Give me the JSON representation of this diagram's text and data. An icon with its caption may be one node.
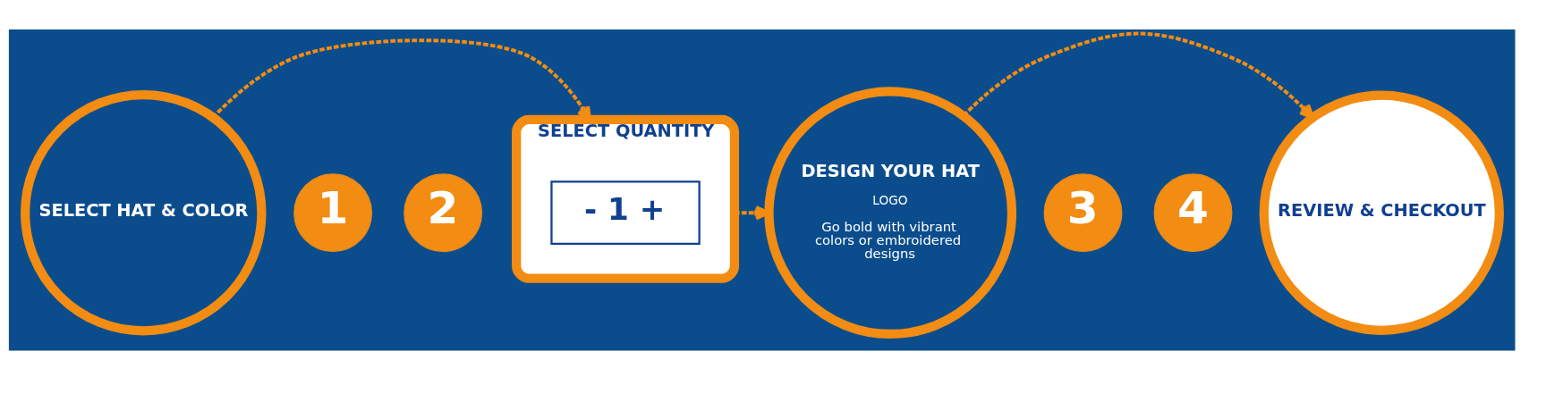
{
  "diagram": {
    "nodes": [
      {
        "text": [
          "SELECT HAT & COLOR"
        ]
      },
      {
        "text": [
          "1"
        ]
      },
      {
        "text": [
          "SELECT QUANTITY"
        ]
      },
      {
        "text": [
          "2"
        ]
      },
      {
        "text": [
          "- 1 +"
        ],
        "in": 2
      },
      {
        "text": [
          "DESIGN YOUR HAT",
          "LOGO",
          "Go bold with vibrant colors or embroidered designs"
        ]
      },
      {
        "text": [
          "3"
        ]
      },
      {
        "text": [
          "REVIEW & CHECKOUT"
        ]
      },
      {
        "text": [
          "4"
        ]
      }
    ],
    "edges": [
      {
        "from": 0,
        "to": 2,
        "arrow": "to",
        "style": "dashed"
      },
      {
        "from": 2,
        "to": 5,
        "arrow": "to",
        "style": "dashed"
      },
      {
        "from": 5,
        "to": 7,
        "arrow": "to",
        "style": "dashed"
      }
    ]
  }
}
